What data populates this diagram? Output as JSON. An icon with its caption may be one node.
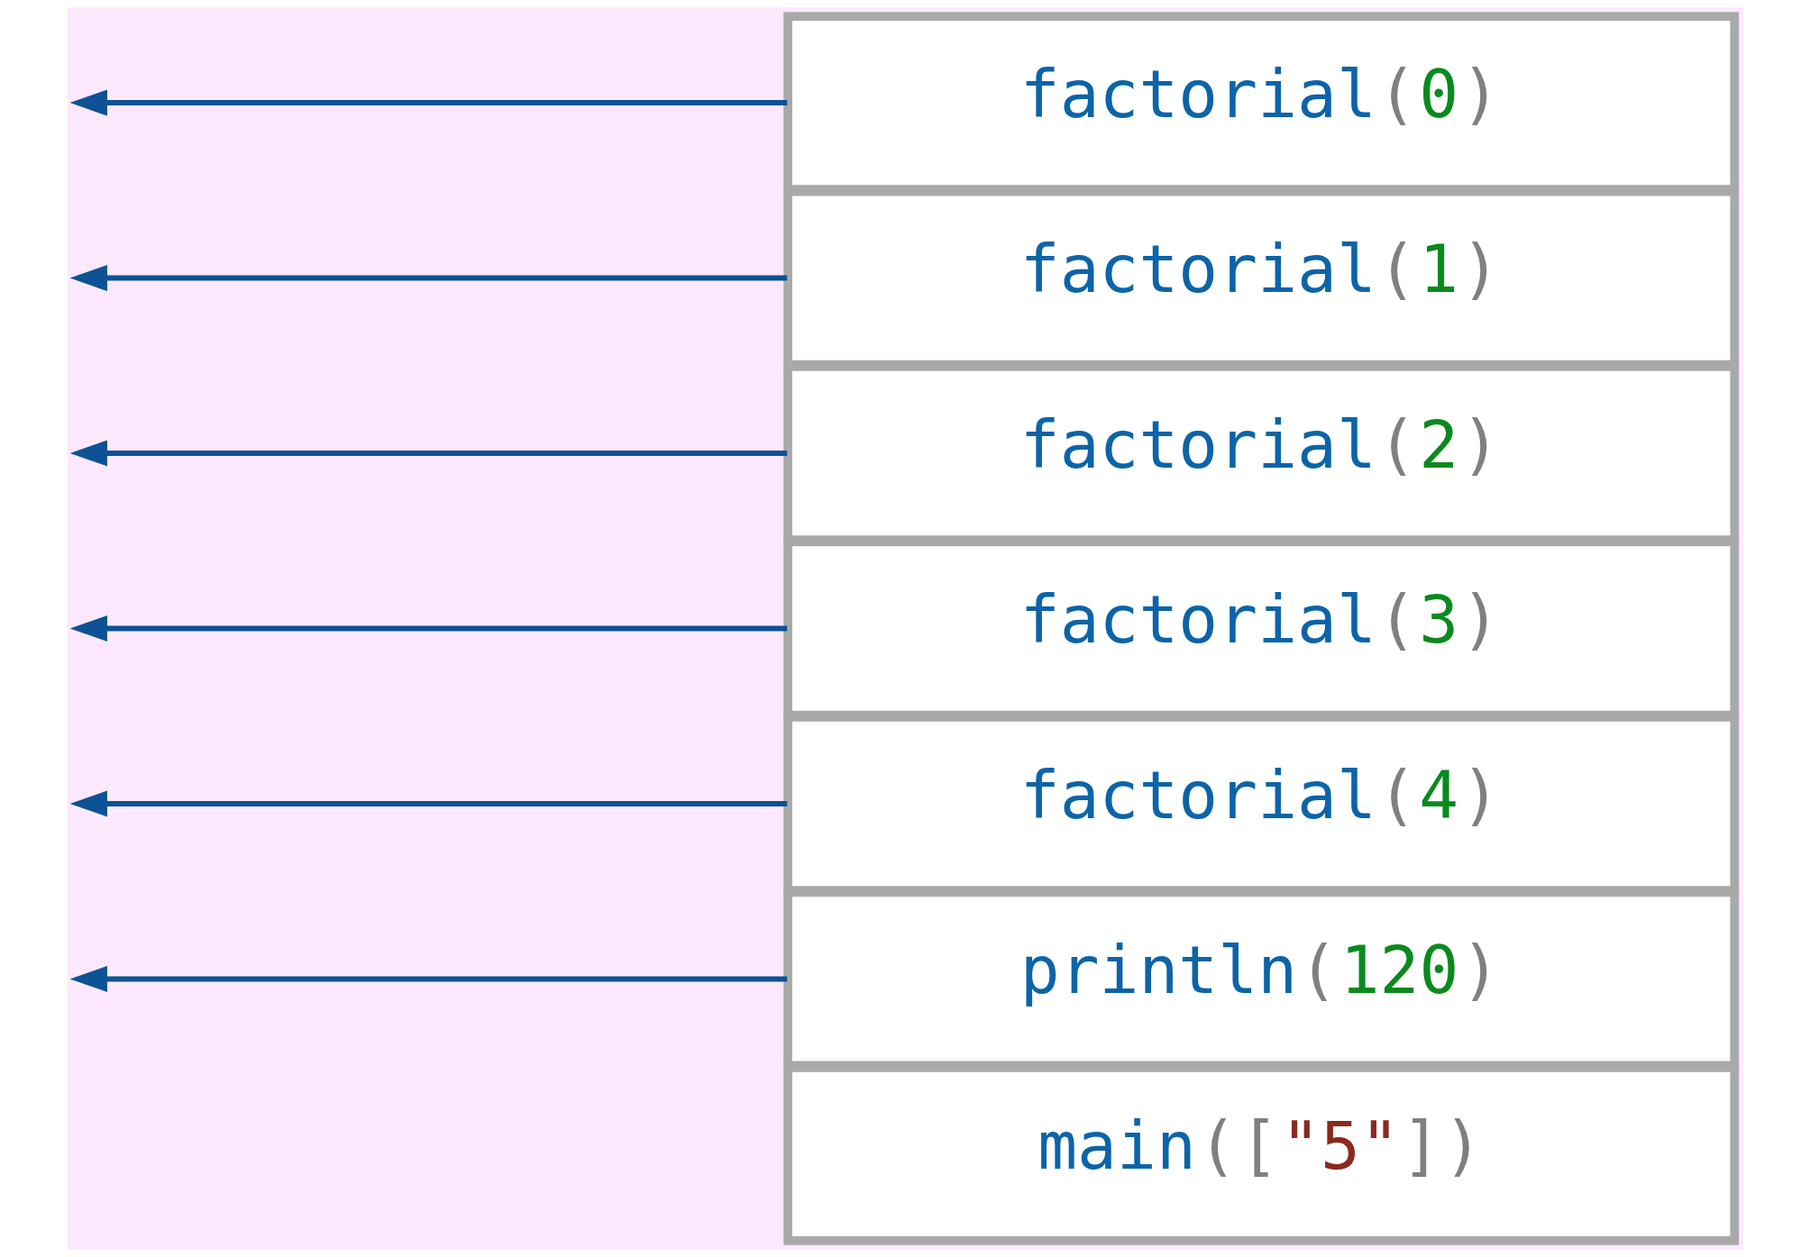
{
  "diagram": {
    "nodes": [
      {
        "text": [
          "factorial(0)"
        ]
      },
      {
        "text": [
          "factorial(1)"
        ]
      },
      {
        "text": [
          "factorial(2)"
        ]
      },
      {
        "text": [
          "factorial(3)"
        ]
      },
      {
        "text": [
          "factorial(4)"
        ]
      },
      {
        "text": [
          "println(120)"
        ]
      },
      {
        "text": [
          "main([\"5\"])"
        ]
      }
    ],
    "edges": [
      {
        "from": 0,
        "to": null,
        "arrow": "to"
      },
      {
        "from": 1,
        "to": null,
        "arrow": "to"
      },
      {
        "from": 2,
        "to": null,
        "arrow": "to"
      },
      {
        "from": 3,
        "to": null,
        "arrow": "to"
      },
      {
        "from": 4,
        "to": null,
        "arrow": "to"
      },
      {
        "from": 5,
        "to": null,
        "arrow": "to"
      }
    ]
  }
}
